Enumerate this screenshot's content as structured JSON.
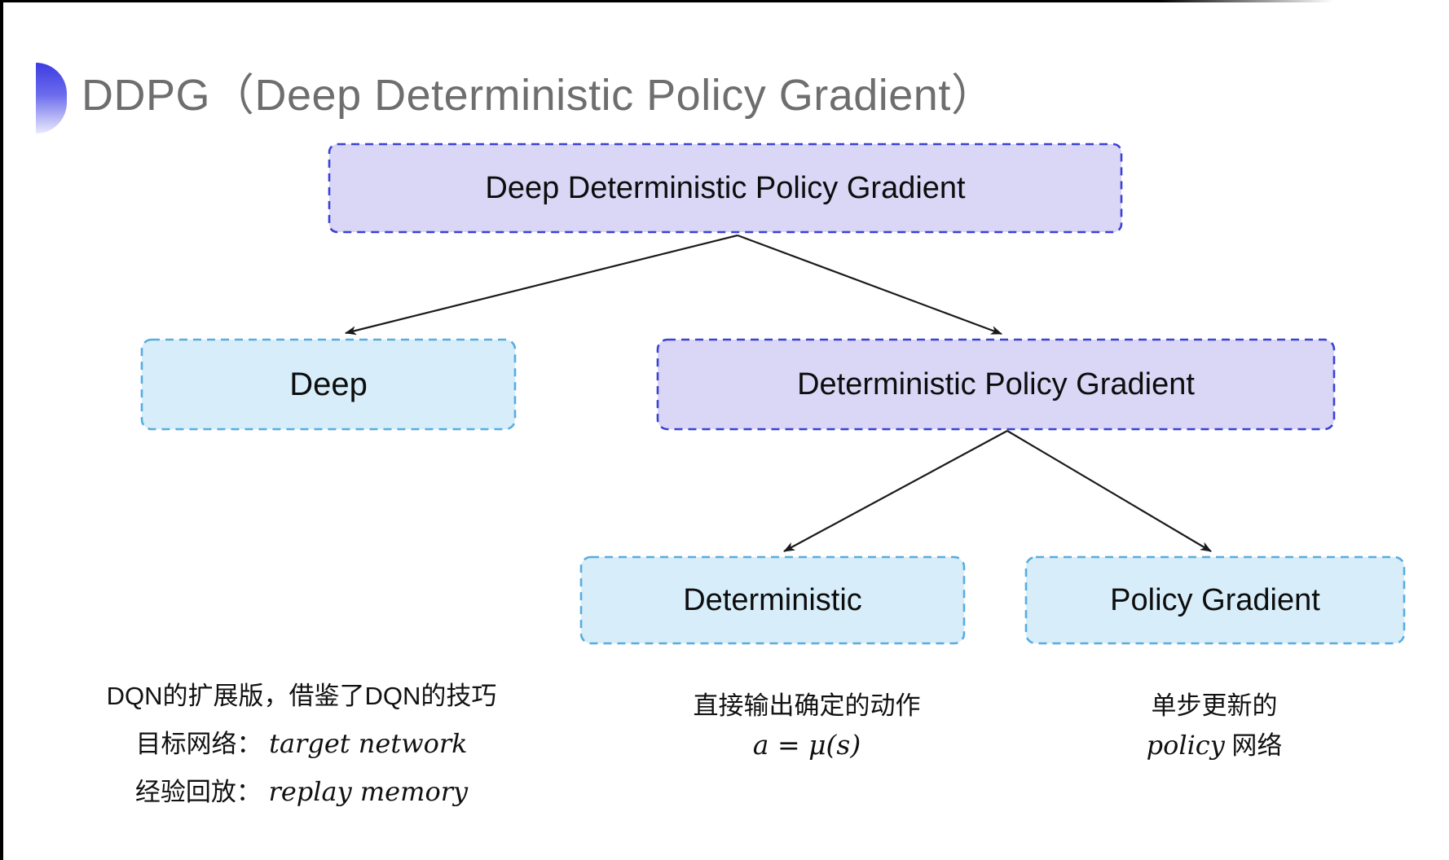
{
  "page": {
    "title": "DDPG（Deep Deterministic Policy Gradient）"
  },
  "tree": {
    "root": {
      "label": "Deep Deterministic Policy Gradient"
    },
    "deep": {
      "label": "Deep"
    },
    "dpg": {
      "label": "Deterministic Policy Gradient"
    },
    "deterministic": {
      "label": "Deterministic"
    },
    "policy_gradient": {
      "label": "Policy Gradient"
    }
  },
  "notes": {
    "deep": {
      "line1": "DQN的扩展版，借鉴了DQN的技巧",
      "line2_label": "目标网络：",
      "line2_term": "target network",
      "line3_label": "经验回放：",
      "line3_term": "replay memory"
    },
    "deterministic": {
      "line1": "直接输出确定的动作",
      "formula": "a = μ(s)"
    },
    "policy_gradient": {
      "line1": "单步更新的",
      "line2_term": "policy",
      "line2_label": " 网络"
    }
  },
  "icons": {
    "bullet": "blue-semicircle-icon"
  },
  "colors": {
    "purple_fill": "#d9d6f6",
    "purple_border": "#3b41d5",
    "cyan_fill": "#d7edf9",
    "cyan_border": "#58acdf",
    "title_text": "#6e6e6e",
    "box_text": "#0d0d0d",
    "arrow": "#1a1a1a",
    "bullet_top": "#3c3ce0"
  }
}
